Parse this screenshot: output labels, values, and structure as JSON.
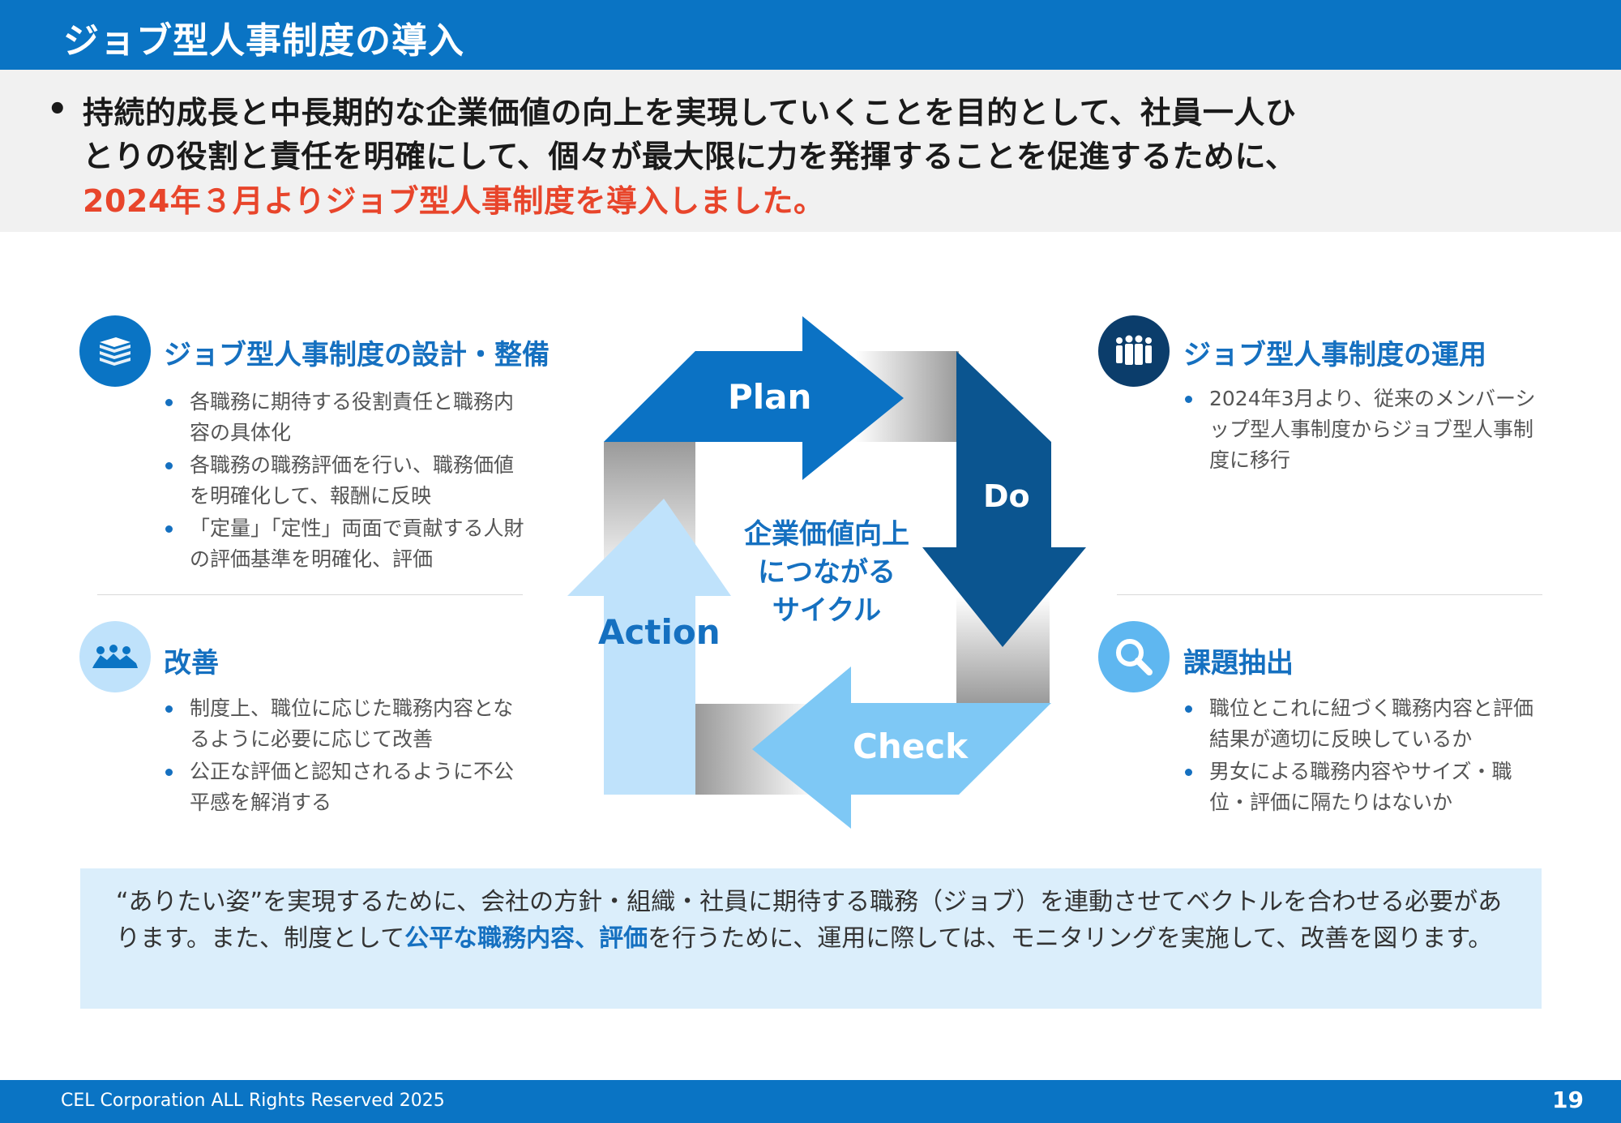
{
  "header": {
    "title": "ジョブ型人事制度の導入"
  },
  "intro": {
    "bullet": "•",
    "line1": "持続的成長と中長期的な企業価値の向上を実現していくことを目的として、社員一人ひ",
    "line2": "とりの役割と責任を明確にして、個々が最大限に力を発揮することを促進するために、",
    "line3": "2024年３月よりジョブ型人事制度を導入しました。",
    "accent_color": "#e8452b"
  },
  "sections": {
    "design": {
      "icon": "book-stack-icon",
      "title": "ジョブ型人事制度の設計・整備",
      "items": [
        "各職務に期待する役割責任と職務内容の具体化",
        "各職務の職務評価を行い、職務価値を明確化して、報酬に反映",
        "「定量」「定性」両面で貢献する人財の評価基準を明確化、評価"
      ]
    },
    "operation": {
      "icon": "people-group-icon",
      "title": "ジョブ型人事制度の運用",
      "items": [
        "2024年3月より、従来のメンバーシップ型人事制度からジョブ型人事制度に移行"
      ]
    },
    "improve": {
      "icon": "team-improvement-icon",
      "title": "改善",
      "items": [
        "制度上、職位に応じた職務内容となるように必要に応じて改善",
        "公正な評価と認知されるように不公平感を解消する"
      ]
    },
    "issues": {
      "icon": "magnifier-icon",
      "title": "課題抽出",
      "items": [
        "職位とこれに紐づく職務内容と評価結果が適切に反映しているか",
        "男女による職務内容やサイズ・職位・評価に隔たりはないか"
      ]
    }
  },
  "cycle": {
    "plan": "Plan",
    "do": "Do",
    "check": "Check",
    "action": "Action",
    "center_line1": "企業価値向上",
    "center_line2": "につながる",
    "center_line3": "サイクル",
    "colors": {
      "plan": "#0b72c4",
      "do": "#0b5590",
      "check": "#7ec8f5",
      "action": "#bfe2fb"
    }
  },
  "message": {
    "part1": "“ありたい姿”を実現するために、会社の方針・組織・社員に期待する職務（ジョブ）を連動させてベクトルを合わせる必要があります。また、制度として",
    "highlight": "公平な職務内容、評価",
    "part2": "を行うために、運用に際しては、モニタリングを実施して、改善を図ります。"
  },
  "footer": {
    "copyright": "CEL Corporation ALL Rights Reserved 2025",
    "page": "19"
  }
}
